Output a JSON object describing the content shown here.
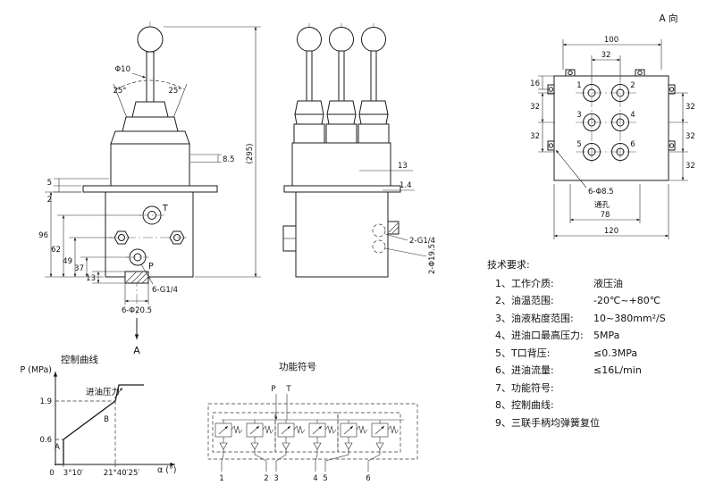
{
  "front_view": {
    "dim_phi10": "Φ10",
    "dim_angle_left": "25°",
    "dim_angle_right": "25°",
    "dim_8_5": "8.5",
    "dim_295": "(295)",
    "dim_5": "5",
    "dim_2": "2",
    "dim_96": "96",
    "dim_62": "62",
    "dim_49": "49",
    "dim_37": "37",
    "dim_13": "13",
    "port_t_label": "T",
    "port_p_label": "P",
    "thread_note": "6-G1/4",
    "bore_note": "6-Φ20.5",
    "section_arrow_label": "A"
  },
  "side_view": {
    "dim_13": "13",
    "dim_1_4": "1.4",
    "thread_note": "2-G1/4",
    "bore_note": "2-Φ19.5"
  },
  "a_view": {
    "title": "A 向",
    "dim_100": "100",
    "dim_32_top": "32",
    "dim_16": "16",
    "dim_32_left_1": "32",
    "dim_32_left_2": "32",
    "dim_32_right_1": "32",
    "dim_32_right_2": "32",
    "dim_32_right_3": "32",
    "hole_note_line1": "6-Φ8.5",
    "hole_note_line2": "通孔",
    "dim_78": "78",
    "dim_120": "120",
    "port_numbers": [
      "1",
      "2",
      "3",
      "4",
      "5",
      "6"
    ]
  },
  "control_curve": {
    "title": "控制曲线",
    "y_axis_label": "P (MPa)",
    "x_axis_label": "α (°)",
    "curve_label": "进油压力",
    "point_a": "A",
    "point_b": "B",
    "y_tick_1_9": "1.9",
    "y_tick_0_6": "0.6",
    "x_tick_0": "0",
    "x_tick_1": "3°10′",
    "x_tick_2": "21°40′25′"
  },
  "function_symbols": {
    "title": "功能符号",
    "port_p": "P",
    "port_t": "T",
    "port_numbers": [
      "1",
      "2",
      "3",
      "4",
      "5",
      "6"
    ]
  },
  "requirements": {
    "title": "技术要求:",
    "items": [
      {
        "label": "1、工作介质:",
        "value": "液压油"
      },
      {
        "label": "2、油温范围:",
        "value": "-20℃~+80℃"
      },
      {
        "label": "3、油液粘度范围:",
        "value": "10~380mm²/S"
      },
      {
        "label": "4、进油口最高压力:",
        "value": "5MPa"
      },
      {
        "label": "5、T口背压:",
        "value": "≤0.3MPa"
      },
      {
        "label": "6、进油流量:",
        "value": "≤16L/min"
      },
      {
        "label": "7、功能符号:",
        "value": ""
      },
      {
        "label": "8、控制曲线:",
        "value": ""
      },
      {
        "label": "9、三联手柄均弹簧复位",
        "value": ""
      }
    ]
  },
  "chart_data": {
    "type": "line",
    "title": "控制曲线",
    "xlabel": "α (°)",
    "ylabel": "P (MPa)",
    "x_ticks": [
      "0",
      "3°10′",
      "21°40′",
      "25′"
    ],
    "y_ticks": [
      0.6,
      1.9
    ],
    "series": [
      {
        "name": "进油压力",
        "points_x": [
          "0",
          "3°10′",
          "3°10′",
          "21°40′",
          "25′"
        ],
        "points_y": [
          0,
          0,
          0.6,
          1.9,
          2.2
        ]
      }
    ],
    "annotations": [
      "A",
      "B"
    ],
    "legend_position": "none",
    "grid": false
  }
}
